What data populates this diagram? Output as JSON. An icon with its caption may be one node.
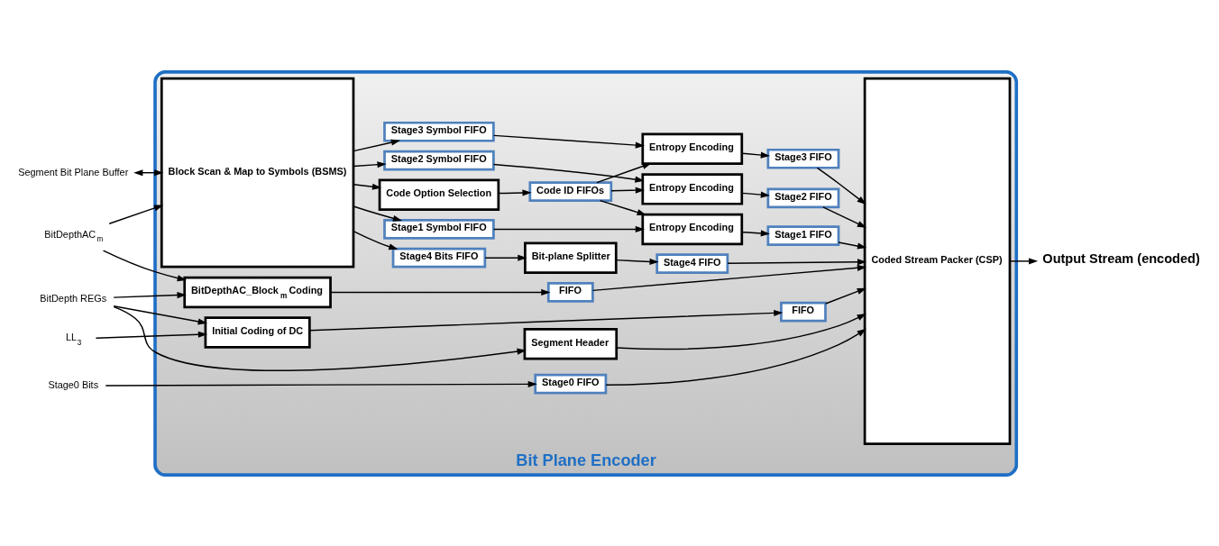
{
  "diagram": {
    "nodes": [
      {
        "text": [
          "Bit Plane Encoder"
        ]
      },
      {
        "text": [
          "Segment Header"
        ],
        "in": 0
      },
      {
        "text": [
          "Initial Coding of DC"
        ],
        "in": 0
      },
      {
        "text": [
          "BitDepthAC_Block$_{m}$ Coding"
        ],
        "in": 0
      },
      {
        "text": [
          "FIFO"
        ],
        "in": 0
      },
      {
        "text": [
          "FIFO"
        ],
        "in": 0
      },
      {
        "text": [
          "Stage0 FIFO"
        ],
        "in": 0
      },
      {
        "text": [
          "Block Scan & Map to Symbols (BSMS)"
        ],
        "in": 0
      },
      {
        "text": [
          "Stage1 Symbol FIFO"
        ],
        "in": 0
      },
      {
        "text": [
          "Stage2 Symbol FIFO"
        ],
        "in": 0
      },
      {
        "text": [
          "Stage3 Symbol FIFO"
        ],
        "in": 0
      },
      {
        "text": [
          "Code Option Selection"
        ],
        "in": 0
      },
      {
        "text": [
          "Code ID FIFOs"
        ],
        "in": 0
      },
      {
        "text": [
          "Stage4 Bits FIFO"
        ],
        "in": 0
      },
      {
        "text": [
          "Entropy Encoding"
        ],
        "in": 0
      },
      {
        "text": [
          "Entropy Encoding"
        ],
        "in": 0
      },
      {
        "text": [
          "Entropy Encoding"
        ],
        "in": 0
      },
      {
        "text": [
          "Bit-plane Splitter"
        ],
        "in": 0
      },
      {
        "text": [
          "Stage1 FIFO"
        ],
        "in": 0
      },
      {
        "text": [
          "Stage2 FIFO"
        ],
        "in": 0
      },
      {
        "text": [
          "Stage3 FIFO"
        ],
        "in": 0
      },
      {
        "text": [
          "Stage4 FIFO"
        ],
        "in": 0
      },
      {
        "text": [
          "Coded Stream Packer (CSP)"
        ],
        "in": 0
      },
      {
        "text": [
          "BitDepth REGs"
        ]
      },
      {
        "text": [
          "LL$_{3}$"
        ]
      },
      {
        "text": [
          "BitDepthAC$_{m}$"
        ]
      },
      {
        "text": [
          "Stage0 Bits"
        ]
      },
      {
        "text": [
          "Segment Bit Plane Buffer"
        ]
      },
      {
        "text": [
          "Output Stream (encoded)"
        ]
      }
    ],
    "edges": [
      {
        "from": 23,
        "to": 1,
        "arrow": "to"
      },
      {
        "from": 23,
        "to": 2,
        "arrow": "to"
      },
      {
        "from": 23,
        "to": 3,
        "arrow": "to"
      },
      {
        "from": 24,
        "to": 2,
        "arrow": "to"
      },
      {
        "from": 25,
        "to": 3,
        "arrow": "to"
      },
      {
        "from": 25,
        "to": 7,
        "arrow": "to"
      },
      {
        "from": 26,
        "to": 6,
        "arrow": "to"
      },
      {
        "from": 27,
        "to": 7,
        "arrow": "both"
      },
      {
        "from": 1,
        "to": 22,
        "arrow": "to"
      },
      {
        "from": 2,
        "to": 4,
        "arrow": "to"
      },
      {
        "from": 3,
        "to": 5,
        "arrow": "to"
      },
      {
        "from": 4,
        "to": 22,
        "arrow": "to"
      },
      {
        "from": 5,
        "to": 22,
        "arrow": "to"
      },
      {
        "from": 6,
        "to": 22,
        "arrow": "to"
      },
      {
        "from": 7,
        "to": 8,
        "arrow": "to"
      },
      {
        "from": 7,
        "to": 9,
        "arrow": "to"
      },
      {
        "from": 7,
        "to": 10,
        "arrow": "to"
      },
      {
        "from": 7,
        "to": 11,
        "arrow": "to"
      },
      {
        "from": 7,
        "to": 13,
        "arrow": "to"
      },
      {
        "from": 8,
        "to": 14,
        "arrow": "to"
      },
      {
        "from": 9,
        "to": 15,
        "arrow": "to"
      },
      {
        "from": 10,
        "to": 16,
        "arrow": "to"
      },
      {
        "from": 11,
        "to": 12,
        "arrow": "to"
      },
      {
        "from": 12,
        "to": 14,
        "arrow": "to"
      },
      {
        "from": 12,
        "to": 15,
        "arrow": "to"
      },
      {
        "from": 12,
        "to": 16,
        "arrow": "to"
      },
      {
        "from": 13,
        "to": 17,
        "arrow": "to"
      },
      {
        "from": 14,
        "to": 18,
        "arrow": "to"
      },
      {
        "from": 15,
        "to": 19,
        "arrow": "to"
      },
      {
        "from": 16,
        "to": 20,
        "arrow": "to"
      },
      {
        "from": 17,
        "to": 21,
        "arrow": "to"
      },
      {
        "from": 18,
        "to": 22,
        "arrow": "to"
      },
      {
        "from": 19,
        "to": 22,
        "arrow": "to"
      },
      {
        "from": 20,
        "to": 22,
        "arrow": "to"
      },
      {
        "from": 21,
        "to": 22,
        "arrow": "to"
      },
      {
        "from": 22,
        "to": 28,
        "arrow": "to"
      }
    ]
  }
}
